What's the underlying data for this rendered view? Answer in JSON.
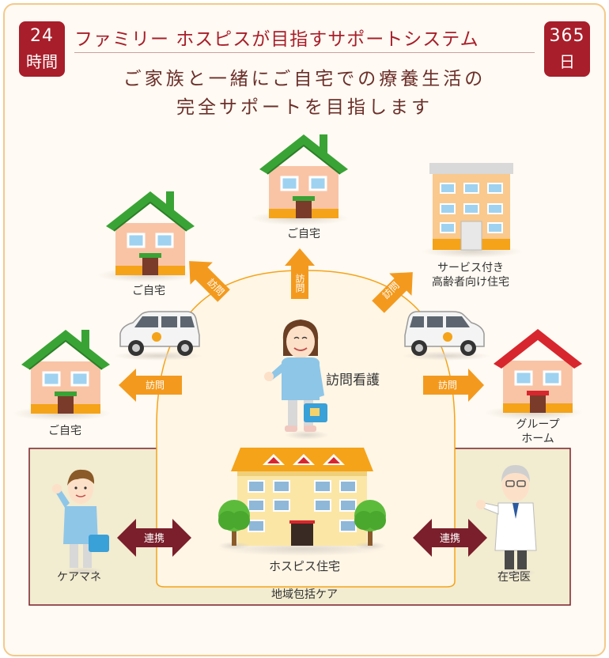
{
  "badges": {
    "left": {
      "number": "24",
      "unit": "時間"
    },
    "right": {
      "number": "365",
      "unit": "日"
    }
  },
  "title": "ファミリー ホスピスが目指すサポートシステム",
  "subtitle": [
    "ご家族と一緒にご自宅での療養生活の",
    "完全サポートを目指します"
  ],
  "nodes": {
    "home_top": "ご自宅",
    "home_upper_left": "ご自宅",
    "home_left": "ご自宅",
    "senior_housing": [
      "サービス付き",
      "高齢者向け住宅"
    ],
    "group_home": [
      "グループ",
      "ホーム"
    ],
    "visiting_nurse": "訪問看護",
    "hospice_house": "ホスピス住宅",
    "care_manager": "ケアマネ",
    "home_doctor": "在宅医",
    "community_care": "地域包括ケア"
  },
  "arrow_labels": {
    "visit": "訪問",
    "link": "連携"
  },
  "colors": {
    "brand_red": "#a81e2a",
    "arrow_orange": "#f39a1e",
    "link_maroon": "#7a1f2b",
    "roof_green": "#3aa335",
    "roof_red": "#d8262e",
    "wall_peach": "#f9c4a6"
  }
}
